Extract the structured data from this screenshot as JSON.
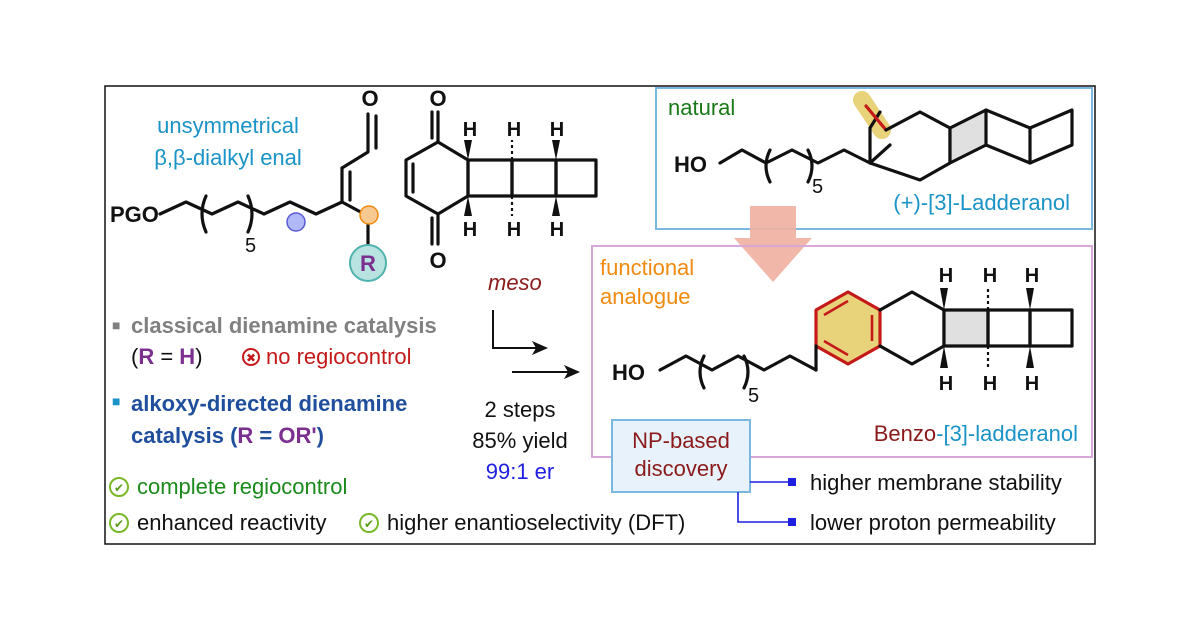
{
  "colors": {
    "teal": "#1a93c6",
    "navy": "#1f4f9c",
    "gray": "#808080",
    "red": "#c41a1a",
    "purple": "#7b2f8f",
    "green": "#1a8a1a",
    "dark_green": "#1a7a1a",
    "blue": "#1f1fe0",
    "orange": "#f08a10",
    "dark_red": "#8b1a1a",
    "sky_box": "#7ab8e0",
    "pink_box": "#d9a8d9",
    "highlight": "#e8d27a",
    "np_box_fill": "#e8f2fb",
    "arrow_pink": "#f0b0a0"
  },
  "left": {
    "heading_line1": "unsymmetrical",
    "heading_line2": "β,β-dialkyl enal",
    "pgo_label": "PGO",
    "repeat_subscript": "5",
    "carbonyl_o": "O",
    "r_label": "R"
  },
  "dione": {
    "o_top": "O",
    "o_bottom": "O",
    "h_label": "H",
    "meso_label": "meso"
  },
  "methods": {
    "classical": {
      "bullet": "■",
      "text": "classical dienamine catalysis",
      "cond_open": "(",
      "cond_r": "R",
      "cond_eq": " = ",
      "cond_h": "H",
      "cond_close": ")",
      "fail_icon": "✖",
      "fail_text": "no regiocontrol"
    },
    "alkoxy": {
      "bullet": "■",
      "text_line1": "alkoxy-directed dienamine",
      "text_line2_a": "catalysis (",
      "text_line2_r": "R",
      "text_line2_eq": " = ",
      "text_line2_or": "OR'",
      "text_line2_close": ")"
    },
    "benefits": [
      {
        "icon": "check-icon",
        "glyph": "✔",
        "text": "complete regiocontrol"
      },
      {
        "icon": "check-icon",
        "glyph": "✔",
        "text": "enhanced reactivity"
      },
      {
        "icon": "check-icon",
        "glyph": "✔",
        "text": "higher enantioselectivity (DFT)"
      }
    ]
  },
  "reaction": {
    "steps": "2 steps",
    "yield": "85% yield",
    "er": "99:1 er"
  },
  "natural": {
    "label": "natural",
    "ho_label": "HO",
    "repeat_subscript": "5",
    "name": "(+)-[3]-Ladderanol"
  },
  "analogue": {
    "label_line1": "functional",
    "label_line2": "analogue",
    "ho_label": "HO",
    "repeat_subscript": "5",
    "h_label": "H",
    "name_prefix": "Benzo",
    "name_suffix": "-[3]-ladderanol"
  },
  "np_box": {
    "line1": "NP-based",
    "line2": "discovery"
  },
  "outcomes": [
    "higher membrane stability",
    "lower proton permeability"
  ]
}
